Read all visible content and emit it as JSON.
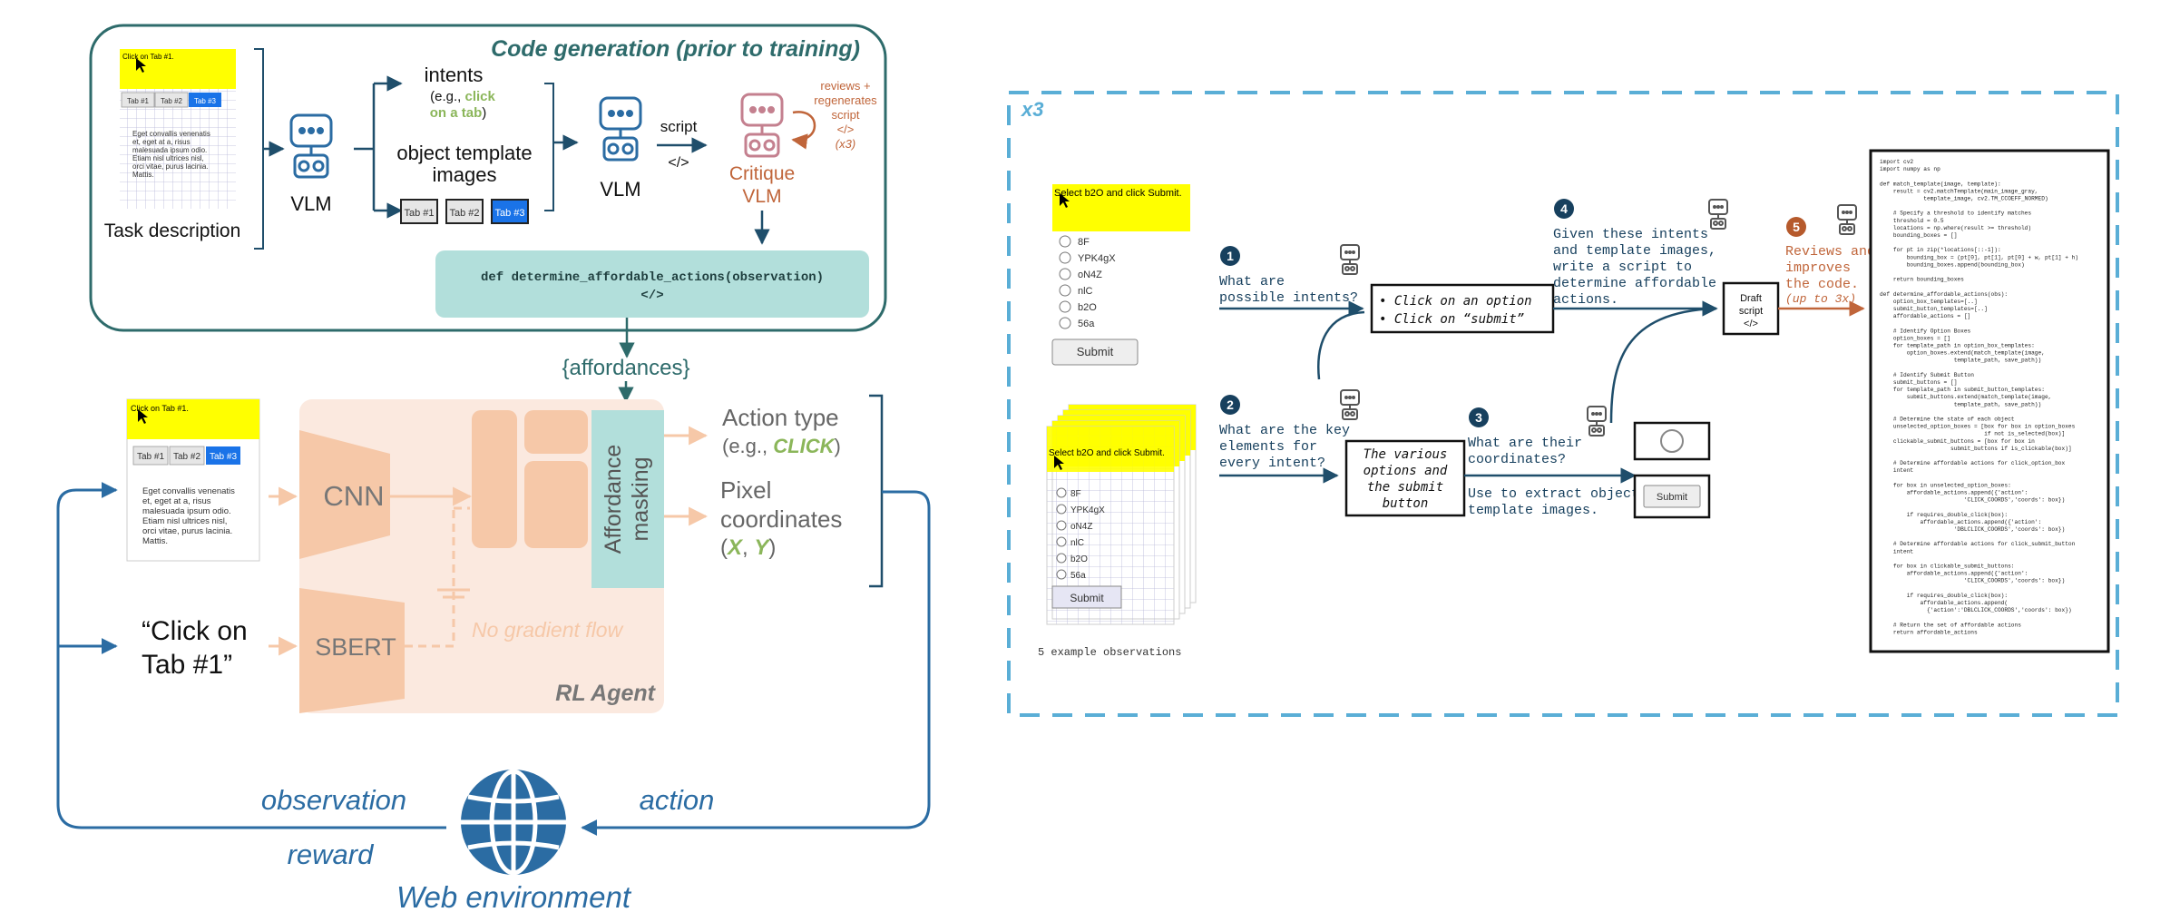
{
  "left": {
    "codegen_title": "Code generation (prior to training)",
    "task_click_label": "Click on Tab #1.",
    "tabs": [
      "Tab #1",
      "Tab #2",
      "Tab #3"
    ],
    "lorem_lines": [
      "Eget convallis venenatis",
      "et, eget at a, risus",
      "malesuada ipsum odio.",
      "Etiam nisl ultrices nisl,",
      "orci vitae, purus lacinia.",
      "Mattis."
    ],
    "task_description": "Task description",
    "vlm": "VLM",
    "intents": "intents",
    "intents_eg_prefix": "(e.g., ",
    "intents_eg_highlight_1": "click",
    "intents_eg_highlight_2": "on a tab",
    "intents_eg_suffix": ")",
    "object_template_1": "object template",
    "object_template_2": "images",
    "script": "script",
    "script_code": "</>",
    "critique": "Critique",
    "critique_vlm": "VLM",
    "reviews_1": "reviews +",
    "reviews_2": "regenerates",
    "reviews_3": "script",
    "reviews_4": "</>",
    "reviews_5": "(x3)",
    "function_sig": "def determine_affordable_actions(observation)",
    "function_code": "</>",
    "affordances": "{affordances}",
    "cnn": "CNN",
    "sbert": "SBERT",
    "affordance_masking_1": "Affordance",
    "affordance_masking_2": "masking",
    "action_type_1": "Action type",
    "action_type_prefix": "(e.g., ",
    "action_type_click": "CLICK",
    "action_type_suffix": ")",
    "pixel_1": "Pixel",
    "pixel_2": "coordinates",
    "pixel_open": "(",
    "pixel_x": "X",
    "pixel_comma": ", ",
    "pixel_y": "Y",
    "pixel_close": ")",
    "no_gradient": "No gradient flow",
    "rl_agent": "RL Agent",
    "instruction_1": "“Click on",
    "instruction_2": "Tab #1”",
    "observation": "observation",
    "reward": "reward",
    "action": "action",
    "web_env": "Web environment"
  },
  "right": {
    "x3": "x3",
    "task_label": "Select b2O and click Submit.",
    "options": [
      "8F",
      "YPK4gX",
      "oN4Z",
      "nlC",
      "b2O",
      "56a"
    ],
    "submit": "Submit",
    "example_obs": "5 example observations",
    "step1_num": "1",
    "step1_1": "What are",
    "step1_2": "possible intents?",
    "intent_a": "Click on an option",
    "intent_b": "Click on “submit”",
    "step2_num": "2",
    "step2_1": "What are the key",
    "step2_2": "elements for",
    "step2_3": "every intent?",
    "elements_1": "The various",
    "elements_2": "options and",
    "elements_3": "the submit",
    "elements_4": "button",
    "step3_num": "3",
    "step3_1": "What are their",
    "step3_2": "coordinates?",
    "step3_3": "Use to extract object",
    "step3_4": "template images.",
    "template_submit": "Submit",
    "step4_num": "4",
    "step4_1": "Given these intents",
    "step4_2": "and template images,",
    "step4_3": "write a script to",
    "step4_4": "determine affordable",
    "step4_5": "actions.",
    "draft_1": "Draft",
    "draft_2": "script",
    "draft_3": "</>",
    "step5_num": "5",
    "step5_1": "Reviews and",
    "step5_2": "improves",
    "step5_3": "the code.",
    "step5_4": "(up to 3x)",
    "code_lines": [
      "import cv2",
      "import numpy as np",
      "",
      "def match_template(image, template):",
      "    result = cv2.matchTemplate(main_image_gray,",
      "             template_image, cv2.TM_CCOEFF_NORMED)",
      "",
      "    # Specify a threshold to identify matches",
      "    threshold = 0.5",
      "    locations = np.where(result >= threshold)",
      "    bounding_boxes = []",
      "",
      "    for pt in zip(*locations[::-1]):",
      "        bounding_box = (pt[0], pt[1], pt[0] + w, pt[1] + h)",
      "        bounding_boxes.append(bounding_box)",
      "",
      "    return bounding_boxes",
      "",
      "def determine_affordable_actions(obs):",
      "    option_box_templates=[..]",
      "    submit_button_templates=[..]",
      "    affordable_actions = []",
      "",
      "    # Identify Option Boxes",
      "    option_boxes = []",
      "    for template_path in option_box_templates:",
      "        option_boxes.extend(match_template(image,",
      "                      template_path, save_path))",
      "",
      "    # Identify Submit Button",
      "    submit_buttons = []",
      "    for template_path in submit_button_templates:",
      "        submit_buttons.extend(match_template(image,",
      "                      template_path, save_path))",
      "",
      "    # Determine the state of each object",
      "    unselected_option_boxes = [box for box in option_boxes",
      "                               if not is_selected(box)]",
      "    clickable_submit_buttons = [box for box in",
      "                     submit_buttons if is_clickable(box)]",
      "",
      "    # Determine affordable actions for click_option_box",
      "    intent",
      "",
      "    for box in unselected_option_boxes:",
      "        affordable_actions.append({'action':",
      "                         'CLICK_COORDS','coords': box})",
      "",
      "        if requires_double_click(box):",
      "            affordable_actions.append({'action':",
      "                      'DBLCLICK_COORDS','coords': box})",
      "",
      "    # Determine affordable actions for click_submit_button",
      "    intent",
      "",
      "    for box in clickable_submit_buttons:",
      "        affordable_actions.append({'action':",
      "                         'CLICK_COORDS','coords': box})",
      "",
      "        if requires_double_click(box):",
      "            affordable_actions.append(",
      "              {'action':'DBLCLICK_COORDS','coords': box})",
      "",
      "    # Return the set of affordable actions",
      "    return affordable_actions"
    ]
  },
  "colors": {
    "teal_dark": "#2e6b6b",
    "teal_light": "#b2dfdb",
    "blue_dark": "#1f5a7a",
    "blue_mid": "#2b6ca3",
    "peach": "#f6c8a8",
    "peach_bg": "#fbe9df",
    "green_text": "#8bb65a",
    "rust": "#c0653a",
    "navy": "#17405e",
    "dash_blue": "#5aaed6",
    "yellow": "#ffff00"
  }
}
